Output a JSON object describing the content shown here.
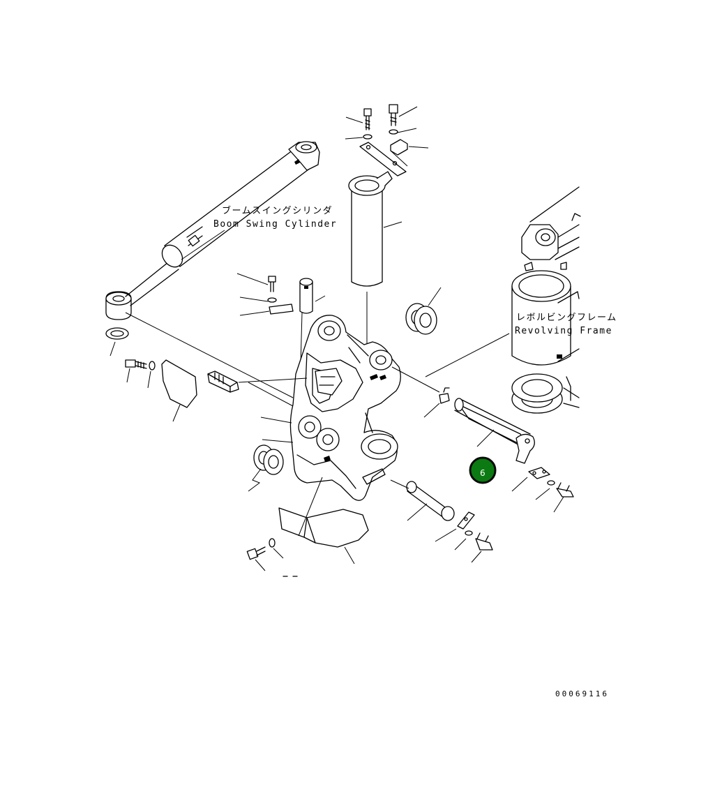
{
  "labels": {
    "boom_swing_cylinder_jp": "ブームスイングシリンダ",
    "boom_swing_cylinder_en": "Boom Swing Cylinder",
    "revolving_frame_jp": "レボルビングフレーム",
    "revolving_frame_en": "Revolving Frame"
  },
  "callout": {
    "number": "6",
    "fill": "#0b7a12",
    "ring": "#0a0a0a"
  },
  "drawing_code": "00069116",
  "colors": {
    "line": "#000000",
    "background": "#ffffff"
  }
}
